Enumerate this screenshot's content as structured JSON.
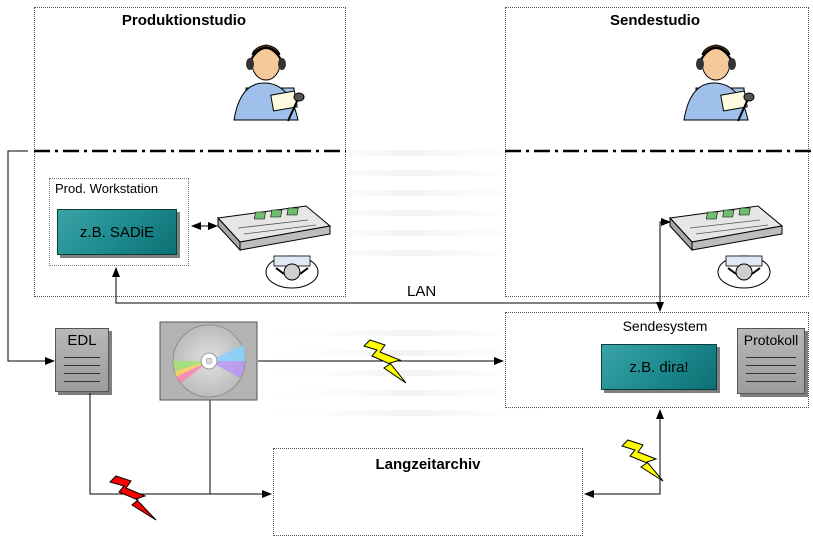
{
  "diagram": {
    "produktionstudio": {
      "title": "Produktionstudio"
    },
    "sendestudio": {
      "title": "Sendestudio"
    },
    "prod_workstation": {
      "label": "Prod. Workstation",
      "software": "z.B. SADiE"
    },
    "lan_label": "LAN",
    "sendesystem": {
      "title": "Sendesystem",
      "software": "z.B. dira!"
    },
    "edl_label": "EDL",
    "protokoll_label": "Protokoll",
    "langzeitarchiv": {
      "title": "Langzeitarchiv"
    },
    "colors": {
      "teal": "#1e8c90",
      "lightning_yellow": "#ffff00",
      "lightning_red": "#ff0000",
      "doc_gray": "#a6a6a6"
    },
    "icons": [
      "radio-host-icon",
      "mixing-desk-icon",
      "cd-disc-icon",
      "lightning-icon",
      "document-icon"
    ]
  }
}
